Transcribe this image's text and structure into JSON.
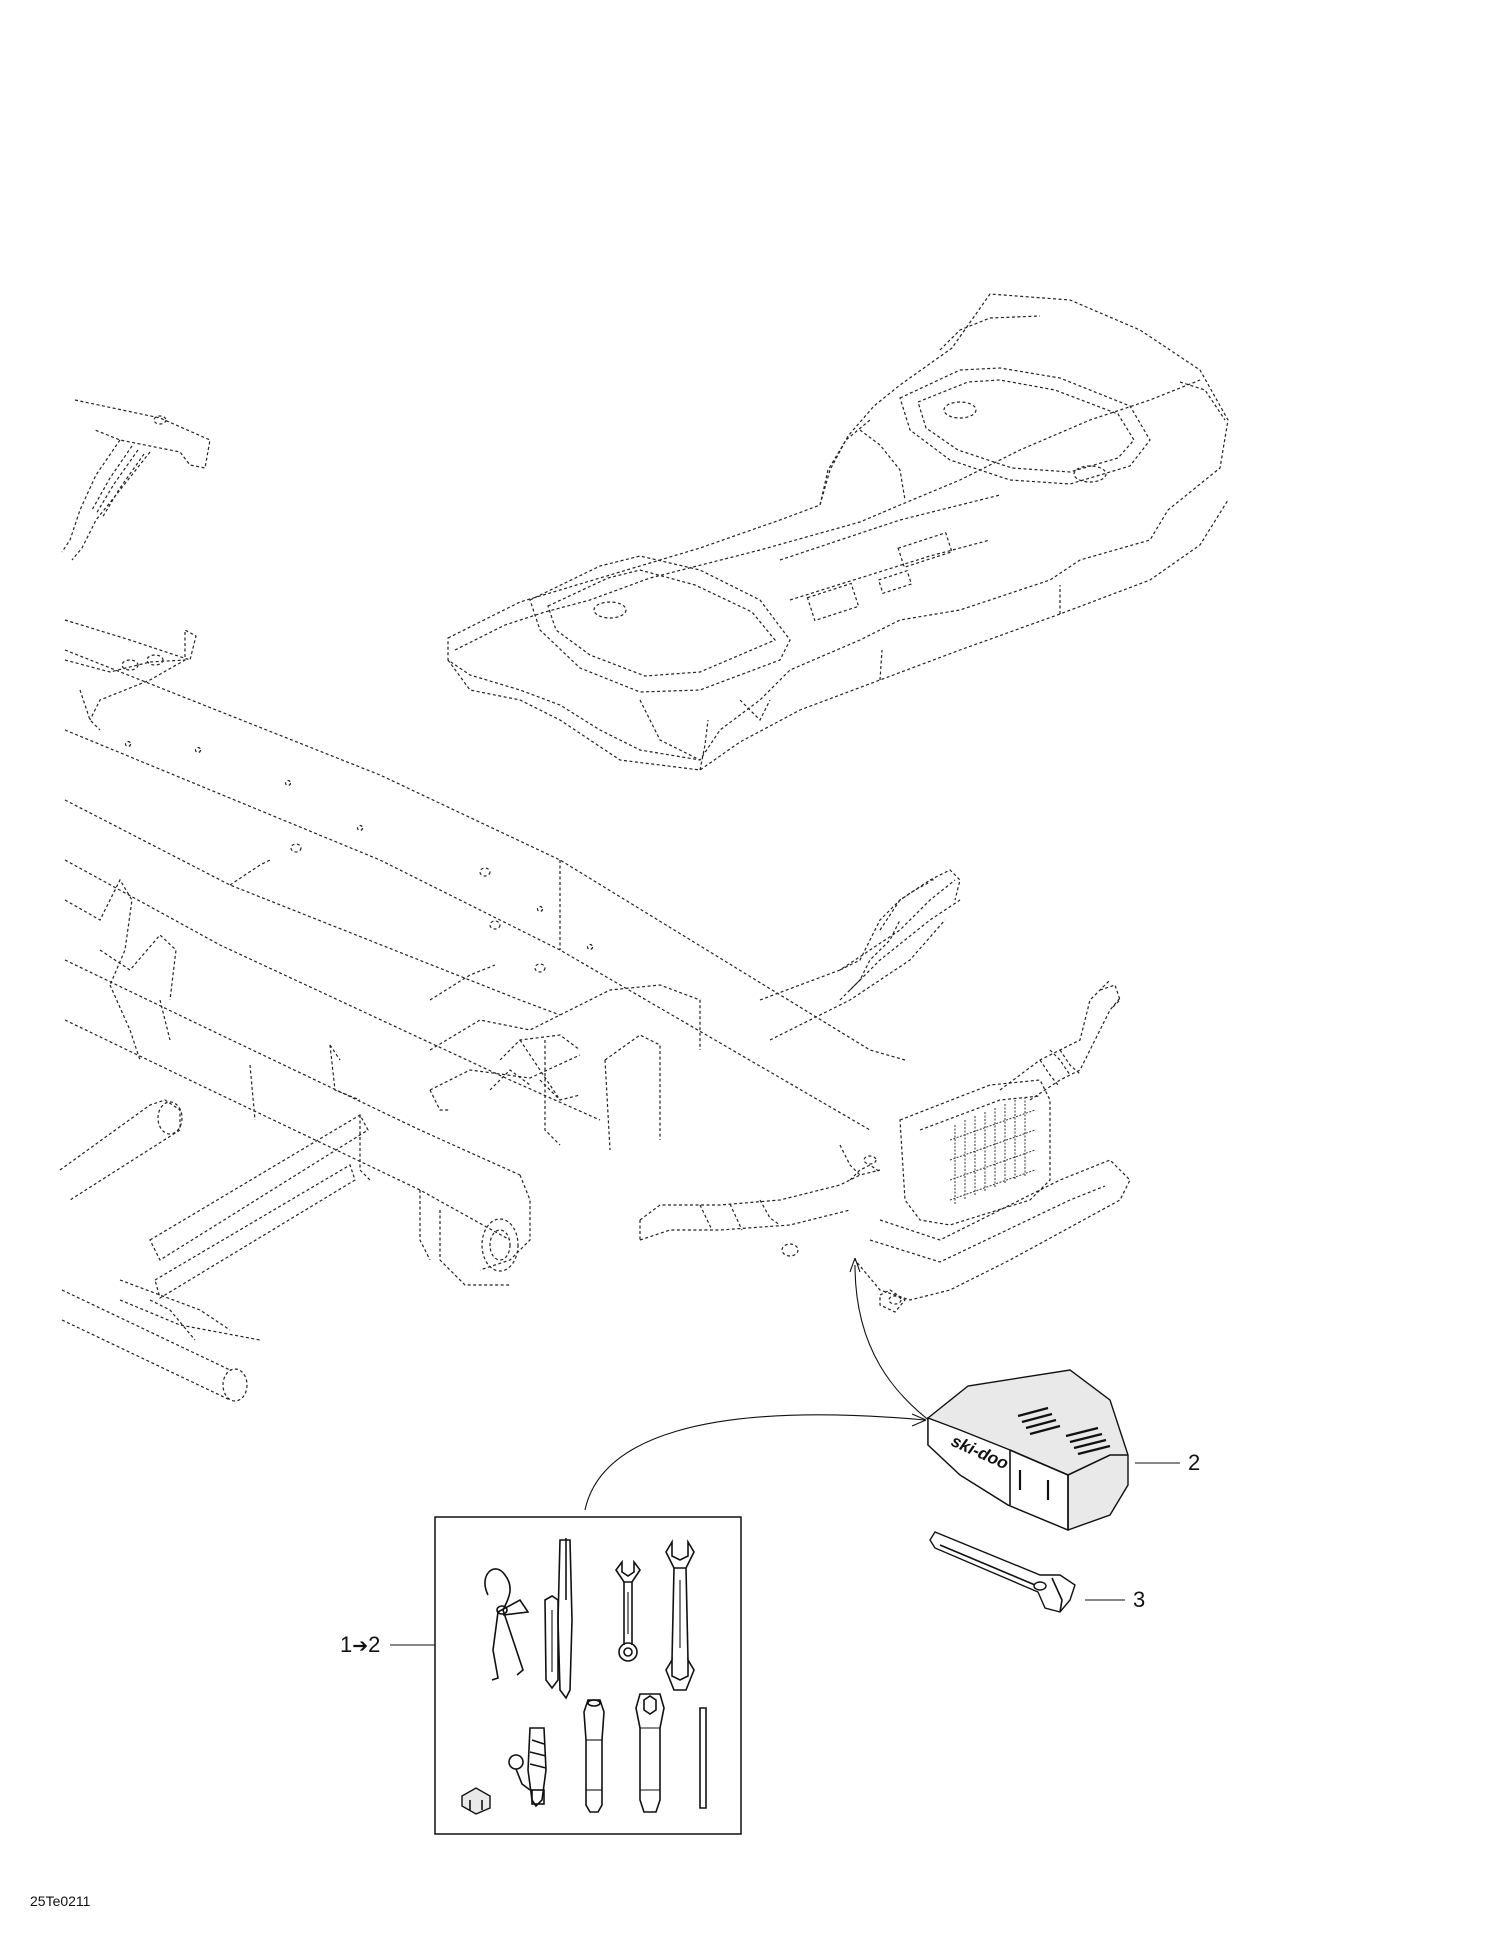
{
  "callouts": {
    "item_1": "1",
    "item_1_arrow": "➔",
    "item_1_target": "2",
    "item_2": "2",
    "item_3": "3"
  },
  "kit_brand": "ski-doo",
  "reference_code": "25Te0211",
  "icons": [
    "pliers-icon",
    "screwdriver-icon",
    "open-end-wrench-icon",
    "combination-wrench-icon",
    "fuse-icon",
    "spark-plug-tester-icon",
    "socket-wrench-small-icon",
    "socket-wrench-large-icon",
    "rod-icon"
  ]
}
